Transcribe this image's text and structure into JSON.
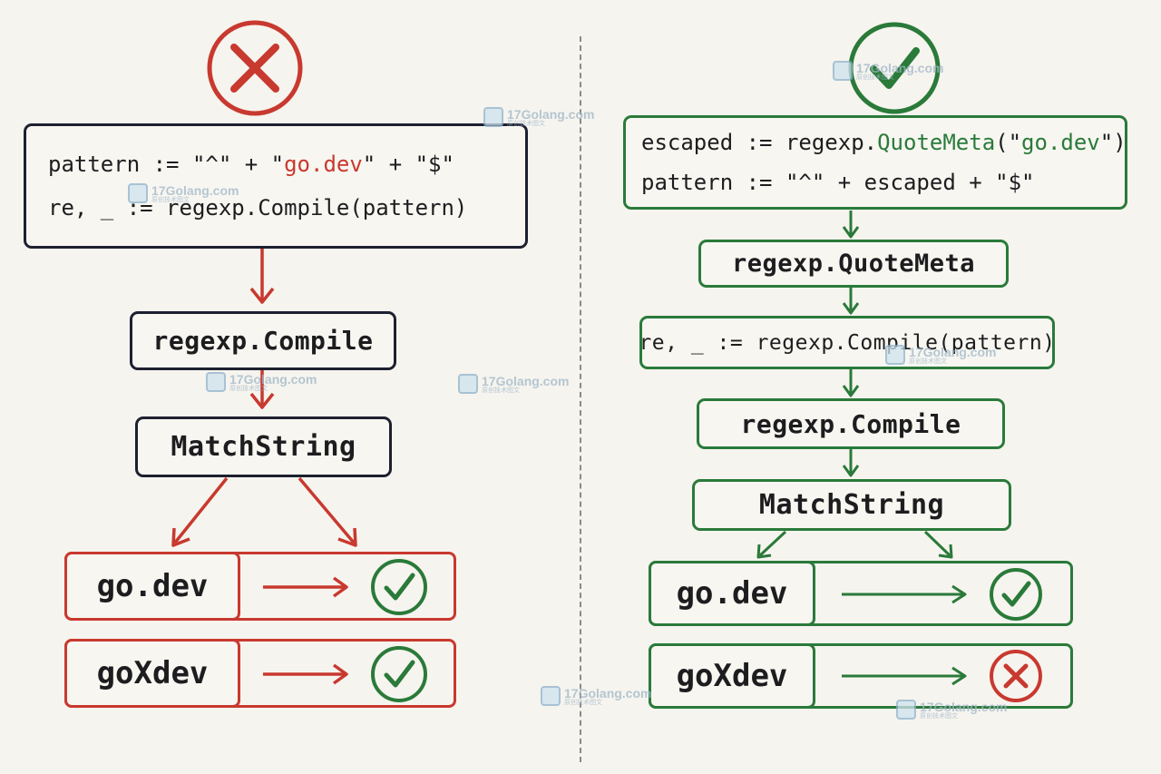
{
  "left": {
    "code_line1": {
      "pre": "pattern := \"^\" + \"",
      "hl": "go.dev",
      "post": "\" + \"$\""
    },
    "code_line2": "re, _ := regexp.Compile(pattern)",
    "compile_label": "regexp.Compile",
    "match_label": "MatchString",
    "rows": [
      {
        "label": "go.dev",
        "result": "match"
      },
      {
        "label": "goXdev",
        "result": "match"
      }
    ]
  },
  "right": {
    "code_line1": {
      "pre": "escaped := regexp.",
      "hl": "QuoteMeta",
      "mid": "(\"",
      "hl2": "go.dev",
      "post": "\")"
    },
    "code_line2": "pattern := \"^\" + escaped + \"$\"",
    "quotemeta_label": "regexp.QuoteMeta",
    "compile_pattern_label": "re, _ := regexp.Compile(pattern)",
    "compile_label": "regexp.Compile",
    "match_label": "MatchString",
    "rows": [
      {
        "label": "go.dev",
        "result": "match"
      },
      {
        "label": "goXdev",
        "result": "no-match"
      }
    ]
  },
  "watermark": {
    "text": "17Golang.com",
    "sub": "原创技术图文"
  },
  "colors": {
    "red": "#c8392f",
    "green": "#2a7a3a",
    "dark": "#1d2030",
    "background": "#f6f4ee"
  },
  "icons": {
    "left_header": "x-circle-icon",
    "right_header": "check-circle-icon"
  }
}
